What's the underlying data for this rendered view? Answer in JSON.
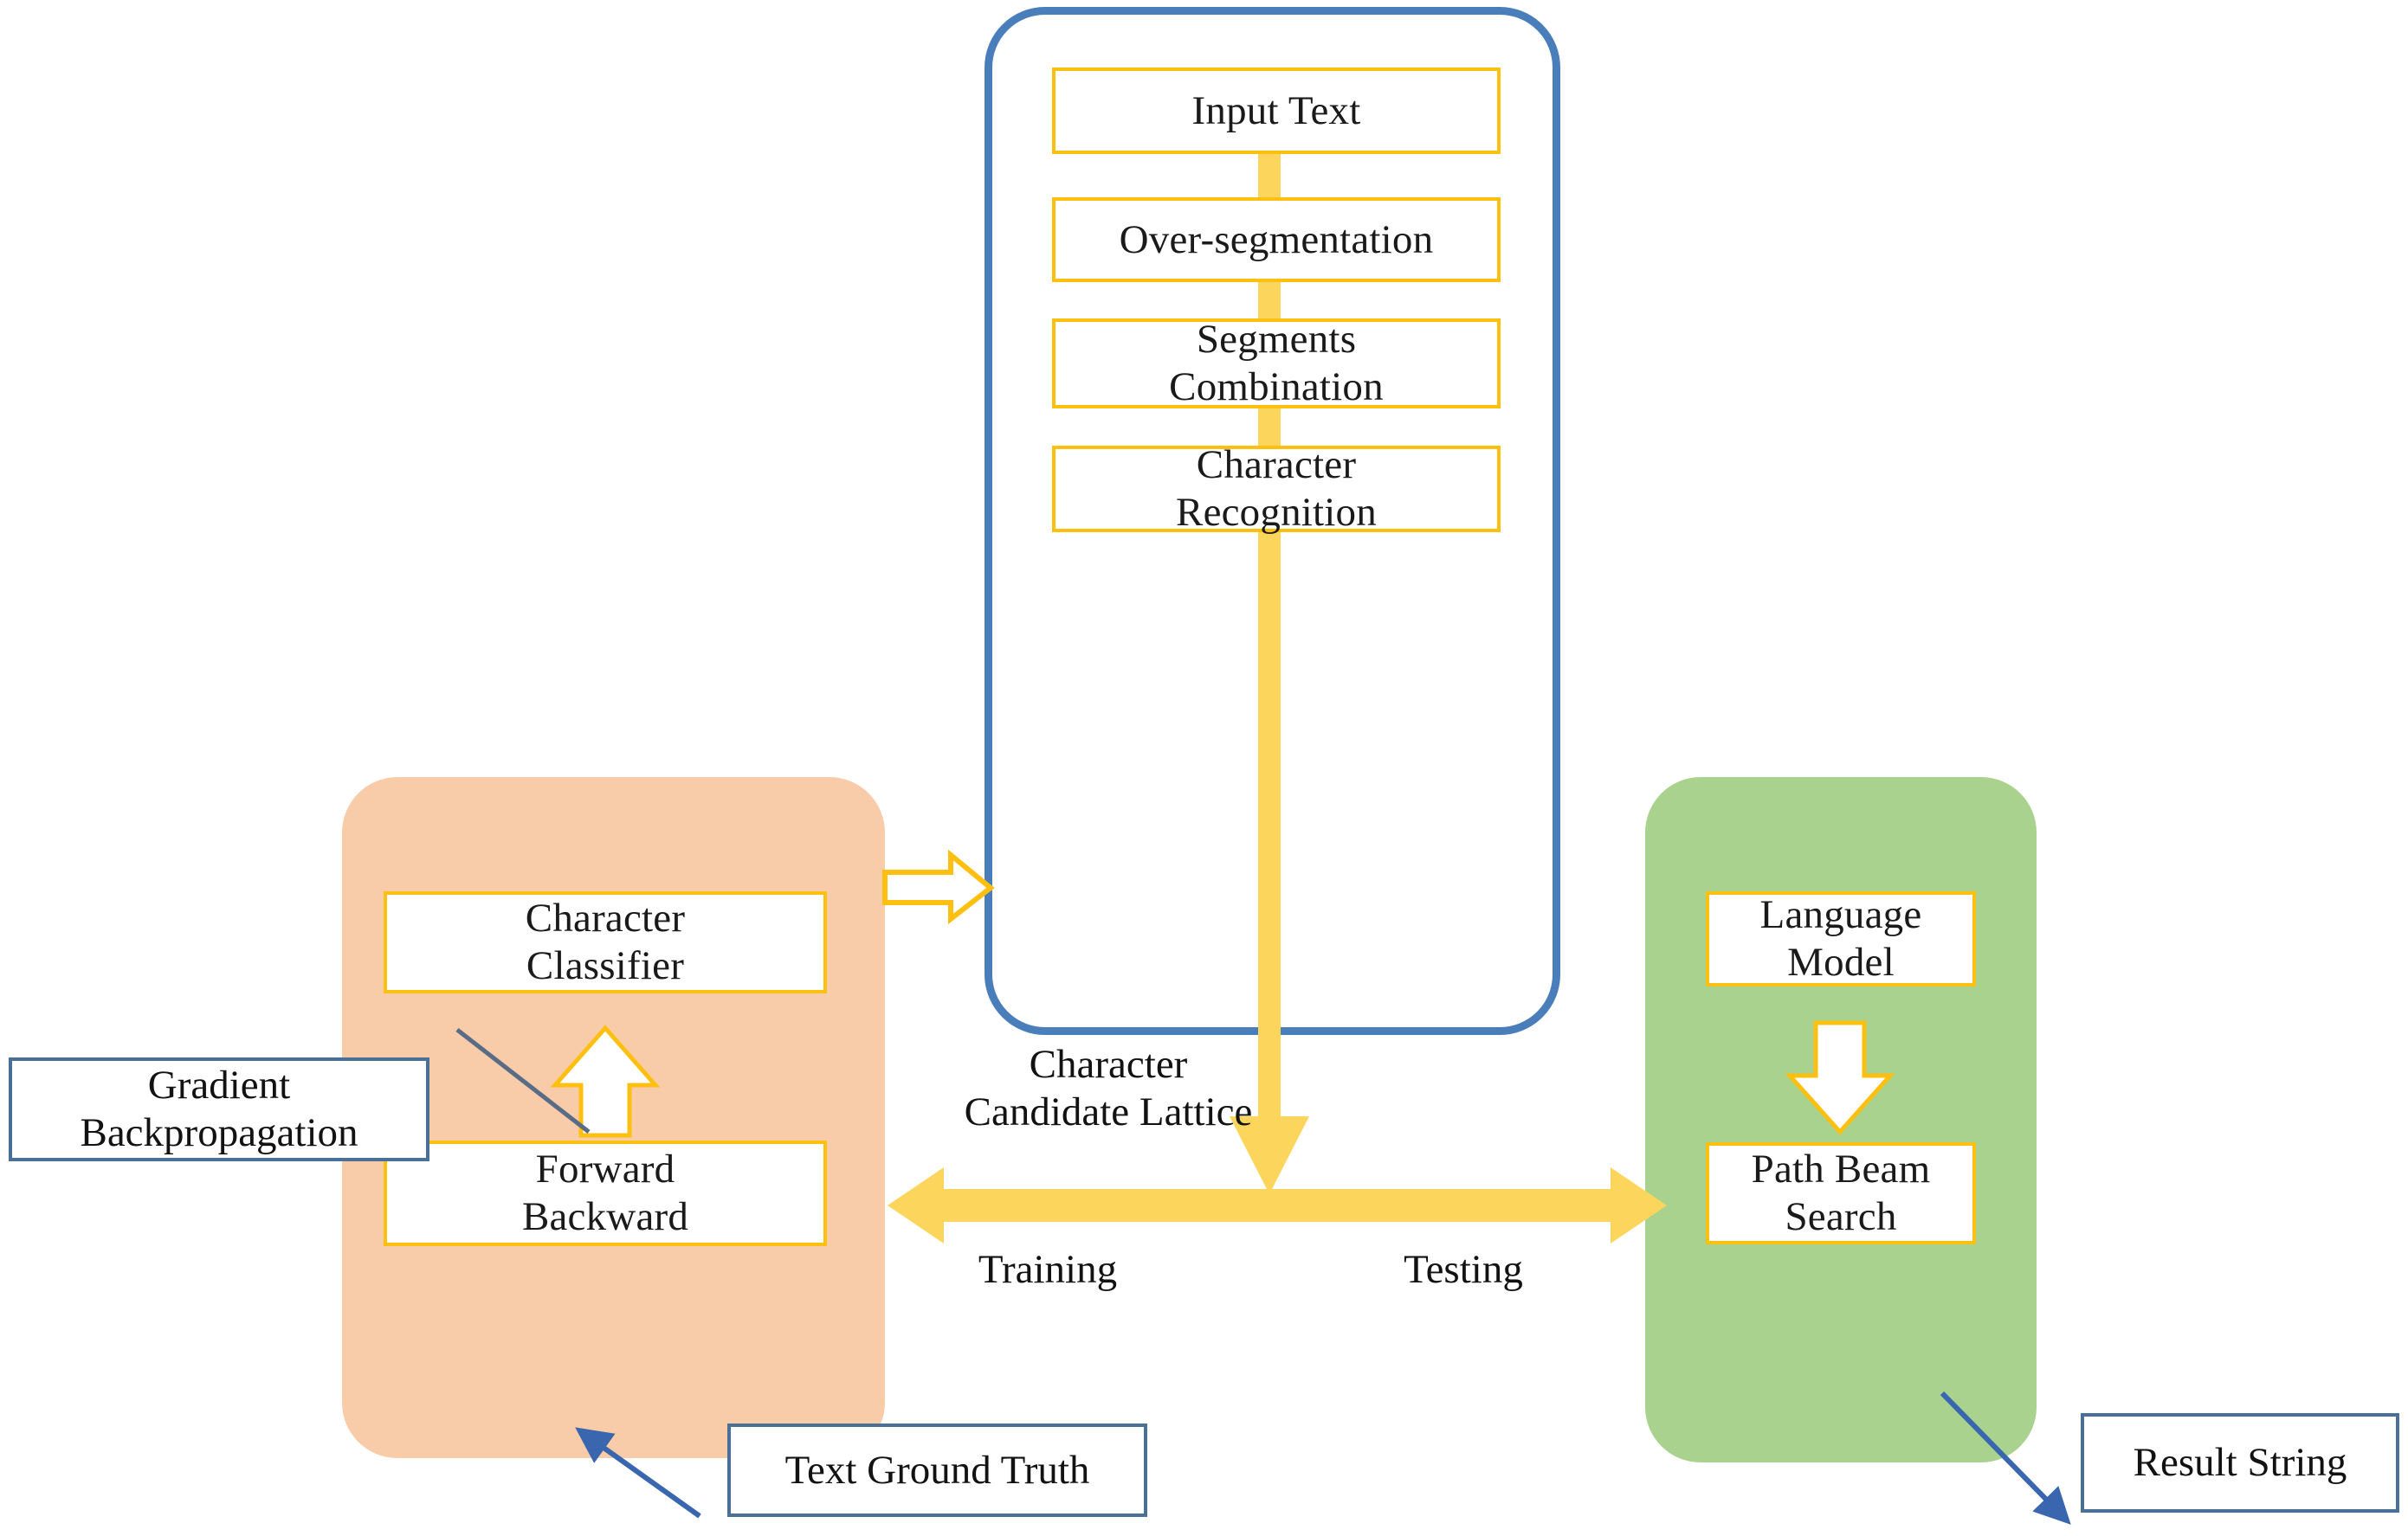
{
  "diagram": {
    "title": "Character recognition training and testing pipeline",
    "colors": {
      "panel_orange": "#F8CCA9",
      "panel_green": "#A9D28E",
      "container_blue": "#4A7EBB",
      "box_border_gold": "#FDC010",
      "arrow_yellow": "#FCD65C",
      "annotation_border": "#4A7098",
      "annotation_arrow": "#3A66B0",
      "text": "#121212"
    }
  },
  "pipeline": {
    "name": "recognition-pipeline-container",
    "steps": [
      {
        "id": "input-text",
        "label": "Input Text"
      },
      {
        "id": "over-segmentation",
        "label": "Over-segmentation"
      },
      {
        "id": "segments-combination",
        "label": "Segments\nCombination"
      },
      {
        "id": "character-recognition",
        "label": "Character\nRecognition"
      }
    ]
  },
  "training_panel": {
    "name": "training-panel",
    "boxes": [
      {
        "id": "character-classifier",
        "label": "Character\nClassifier"
      },
      {
        "id": "forward-backward",
        "label": "Forward\nBackward"
      }
    ]
  },
  "testing_panel": {
    "name": "testing-panel",
    "boxes": [
      {
        "id": "language-model",
        "label": "Language\nModel"
      },
      {
        "id": "path-beam-search",
        "label": "Path Beam\nSearch"
      }
    ]
  },
  "annotations": {
    "gradient_backpropagation": "Gradient\nBackpropagation",
    "text_ground_truth": "Text Ground Truth",
    "result_string": "Result String"
  },
  "labels": {
    "character_candidate_lattice": "Character\nCandidate Lattice",
    "training": "Training",
    "testing": "Testing"
  },
  "icons": {
    "lattice_down_arrow": "arrow-down-icon",
    "mode_split_arrow": "arrow-left-right-icon",
    "classifier_up_arrow": "arrow-up-outline-icon",
    "beam_down_arrow": "arrow-down-outline-icon",
    "pipeline_feed_arrow": "arrow-right-outline-icon",
    "gradient_leader": "leader-line-icon",
    "ground_truth_pointer": "arrow-up-left-icon",
    "result_pointer": "arrow-down-right-icon"
  }
}
